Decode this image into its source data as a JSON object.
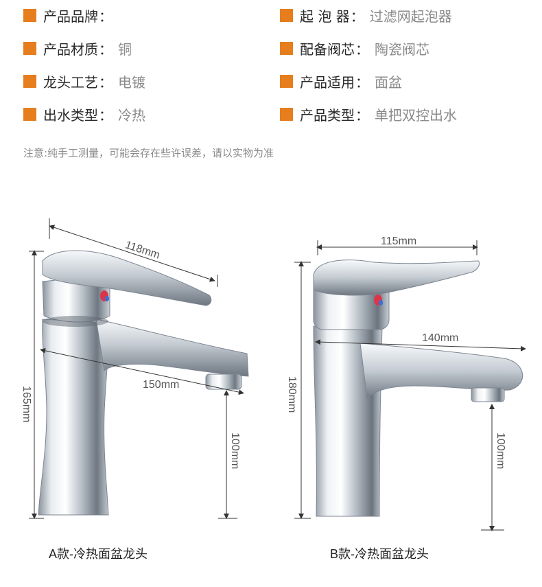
{
  "specs": {
    "left": [
      {
        "label": "产品品牌",
        "value": ""
      },
      {
        "label": "产品材质",
        "value": "铜"
      },
      {
        "label": "龙头工艺",
        "value": "电镀"
      },
      {
        "label": "出水类型",
        "value": "冷热"
      }
    ],
    "right": [
      {
        "label": "起 泡 器",
        "value": "过滤网起泡器"
      },
      {
        "label": "配备阀芯",
        "value": "陶瓷阀芯"
      },
      {
        "label": "产品适用",
        "value": "面盆"
      },
      {
        "label": "产品类型",
        "value": "单把双控出水"
      }
    ],
    "colon": "："
  },
  "note": "注意:纯手工测量，可能会存在些许误差，请以实物为准",
  "faucet_a": {
    "caption": "A款-冷热面盆龙头",
    "dims": {
      "handle": "118mm",
      "spout": "150mm",
      "height": "165mm",
      "clearance": "100mm"
    }
  },
  "faucet_b": {
    "caption": "B款-冷热面盆龙头",
    "dims": {
      "handle": "115mm",
      "spout": "140mm",
      "height": "180mm",
      "clearance": "100mm"
    }
  },
  "colors": {
    "accent": "#e67e1e",
    "label": "#2a2a2a",
    "value": "#8a8a8a",
    "chrome_dark": "#7d8590",
    "chrome_light": "#f4f6f8",
    "hot_marker": "#d9364a",
    "cold_marker": "#3b6fd6"
  }
}
